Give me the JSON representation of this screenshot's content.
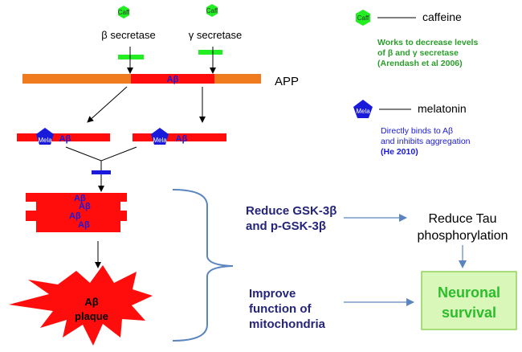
{
  "colors": {
    "green": "#22ee22",
    "orange": "#f07b1e",
    "red": "#ff0d0d",
    "blue": "#1a1adb",
    "dark_blue": "#24247a",
    "legend_green": "#2a9d2a",
    "arrow_blue": "#5a85c0",
    "box_fill": "#d9f7b8",
    "box_border": "#8fd35a",
    "box_text": "#2bbd2b"
  },
  "icons": {
    "caffeine": "hexagon-icon",
    "melatonin": "pentagon-icon"
  },
  "caffeine_icon_text": "Caff",
  "melatonin_icon_text": "Mela",
  "beta_secretase_label": "β secretase",
  "gamma_secretase_label": "γ secretase",
  "app_label": "APP",
  "abeta_label": "Aβ",
  "plaque_label_line1": "Aβ",
  "plaque_label_line2": "plaque",
  "legend": {
    "caffeine_name": "caffeine",
    "caffeine_note_line1": "Works to decrease levels",
    "caffeine_note_line2": "of β and γ secretase",
    "caffeine_note_line3": "(Arendash et al 2006)",
    "melatonin_name": "melatonin",
    "melatonin_note_line1": "Directly binds to Aβ",
    "melatonin_note_line2": "and inhibits aggregation",
    "melatonin_note_line3": "(He 2010)"
  },
  "effects": {
    "gsk_line1": "Reduce GSK-3β",
    "gsk_line2": "and p-GSK-3β",
    "mito_line1": "Improve",
    "mito_line2": "function of",
    "mito_line3": "mitochondria",
    "tau_line1": "Reduce Tau",
    "tau_line2": "phosphorylation",
    "survival_line1": "Neuronal",
    "survival_line2": "survival"
  }
}
